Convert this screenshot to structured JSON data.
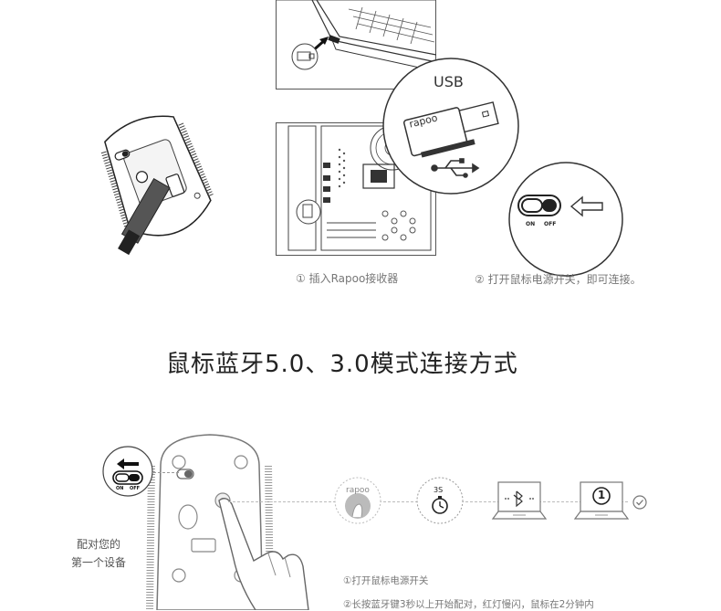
{
  "section1": {
    "usb_label": "USB",
    "dongle_brand": "rapoo",
    "switch_on": "ON",
    "switch_off": "OFF",
    "caption_insert": "① 插入Rapoo接收器",
    "caption_power": "② 打开鼠标电源开关，即可连接。"
  },
  "section2": {
    "title": "鼠标蓝牙5.0、3.0模式连接方式",
    "switch_on": "ON",
    "switch_off": "OFF",
    "pair_note_line1": "配对您的",
    "pair_note_line2": "第一个设备",
    "flow_brand": "rapoo",
    "timer_label": "3S",
    "device_number": "1",
    "step1": "①打开鼠标电源开关",
    "step2": "②长按蓝牙键3秒以上开始配对，红灯慢闪，鼠标在2分钟内"
  }
}
